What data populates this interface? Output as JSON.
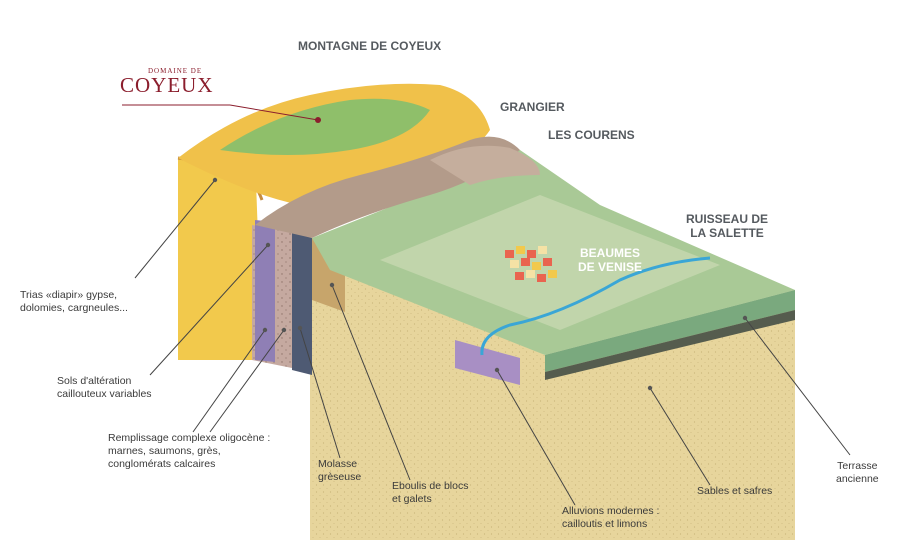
{
  "logo": {
    "small": "DOMAINE DE",
    "big": "COYEUX"
  },
  "places": {
    "montagne": "MONTAGNE DE COYEUX",
    "grangier": "GRANGIER",
    "courens": "LES COURENS",
    "ruisseau": "RUISSEAU DE\nLA SALETTE",
    "beaumes": "BEAUMES\nDE VENISE"
  },
  "labels": {
    "trias": "Trias «diapir» gypse,\ndolomies, cargneules...",
    "sols": "Sols d'altération\ncaillouteux variables",
    "remplissage": "Remplissage complexe oligocène :\nmarnes, saumons, grès,\nconglomérats calcaires",
    "molasse": "Molasse\ngrèseuse",
    "eboulis": "Eboulis de blocs\net galets",
    "alluvions": "Alluvions modernes :\ncailloutis et limons",
    "sables": "Sables et safres",
    "terrasse": "Terrasse\nancienne"
  },
  "colors": {
    "trias_yellow": "#f2c94c",
    "hill_brown": "#b79d8c",
    "plain_green": "#9cc38f",
    "sand": "#e6d39a",
    "river": "#3aa6d6",
    "alluvions": "#a88fc4",
    "logo_red": "#8b1e2d"
  }
}
